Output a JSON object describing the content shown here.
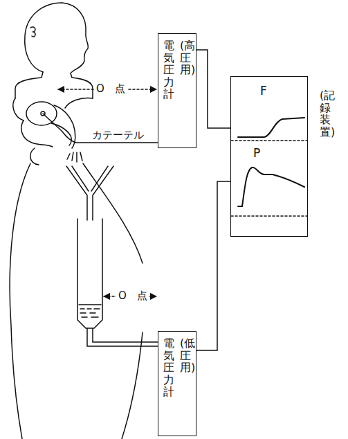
{
  "diagram": {
    "nodes": [
      {
        "text": [
          "電気圧力計",
          "(高圧用)"
        ]
      },
      {
        "text": [
          "F",
          "P",
          "(記録装置)"
        ]
      },
      {
        "text": [
          "電気圧力計",
          "(低圧用)"
        ]
      }
    ],
    "edges": [
      {
        "from": 0,
        "to": 1,
        "arrow": "none"
      },
      {
        "from": 2,
        "to": 1,
        "arrow": "none"
      }
    ],
    "labels": [
      "O　点",
      "カテーテル",
      "O　点"
    ]
  }
}
